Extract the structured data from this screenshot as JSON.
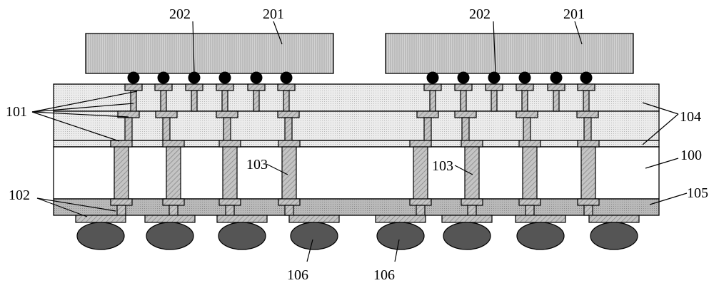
{
  "labels": {
    "chip_left": "201",
    "chip_right": "201",
    "bump_left": "202",
    "bump_right": "202",
    "wiring": "101",
    "via_left": "103",
    "via_right": "103",
    "pad_bottom": "102",
    "dielectric": "104",
    "core": "100",
    "bottom_layer": "105",
    "ball_left": "106",
    "ball_right": "106"
  },
  "colors": {
    "chip_fill": "#cfcfcf",
    "upper_layer_fill": "#ececec",
    "core_fill": "#ffffff",
    "bottom_layer_fill": "#b9b9b9",
    "via_fill": "#bdbdbd",
    "bump_fill": "#000000",
    "ball_fill": "#555555",
    "line": "#000000"
  },
  "counts": {
    "bumps_per_chip": 6,
    "core_vias": 8,
    "solder_balls": 8
  }
}
